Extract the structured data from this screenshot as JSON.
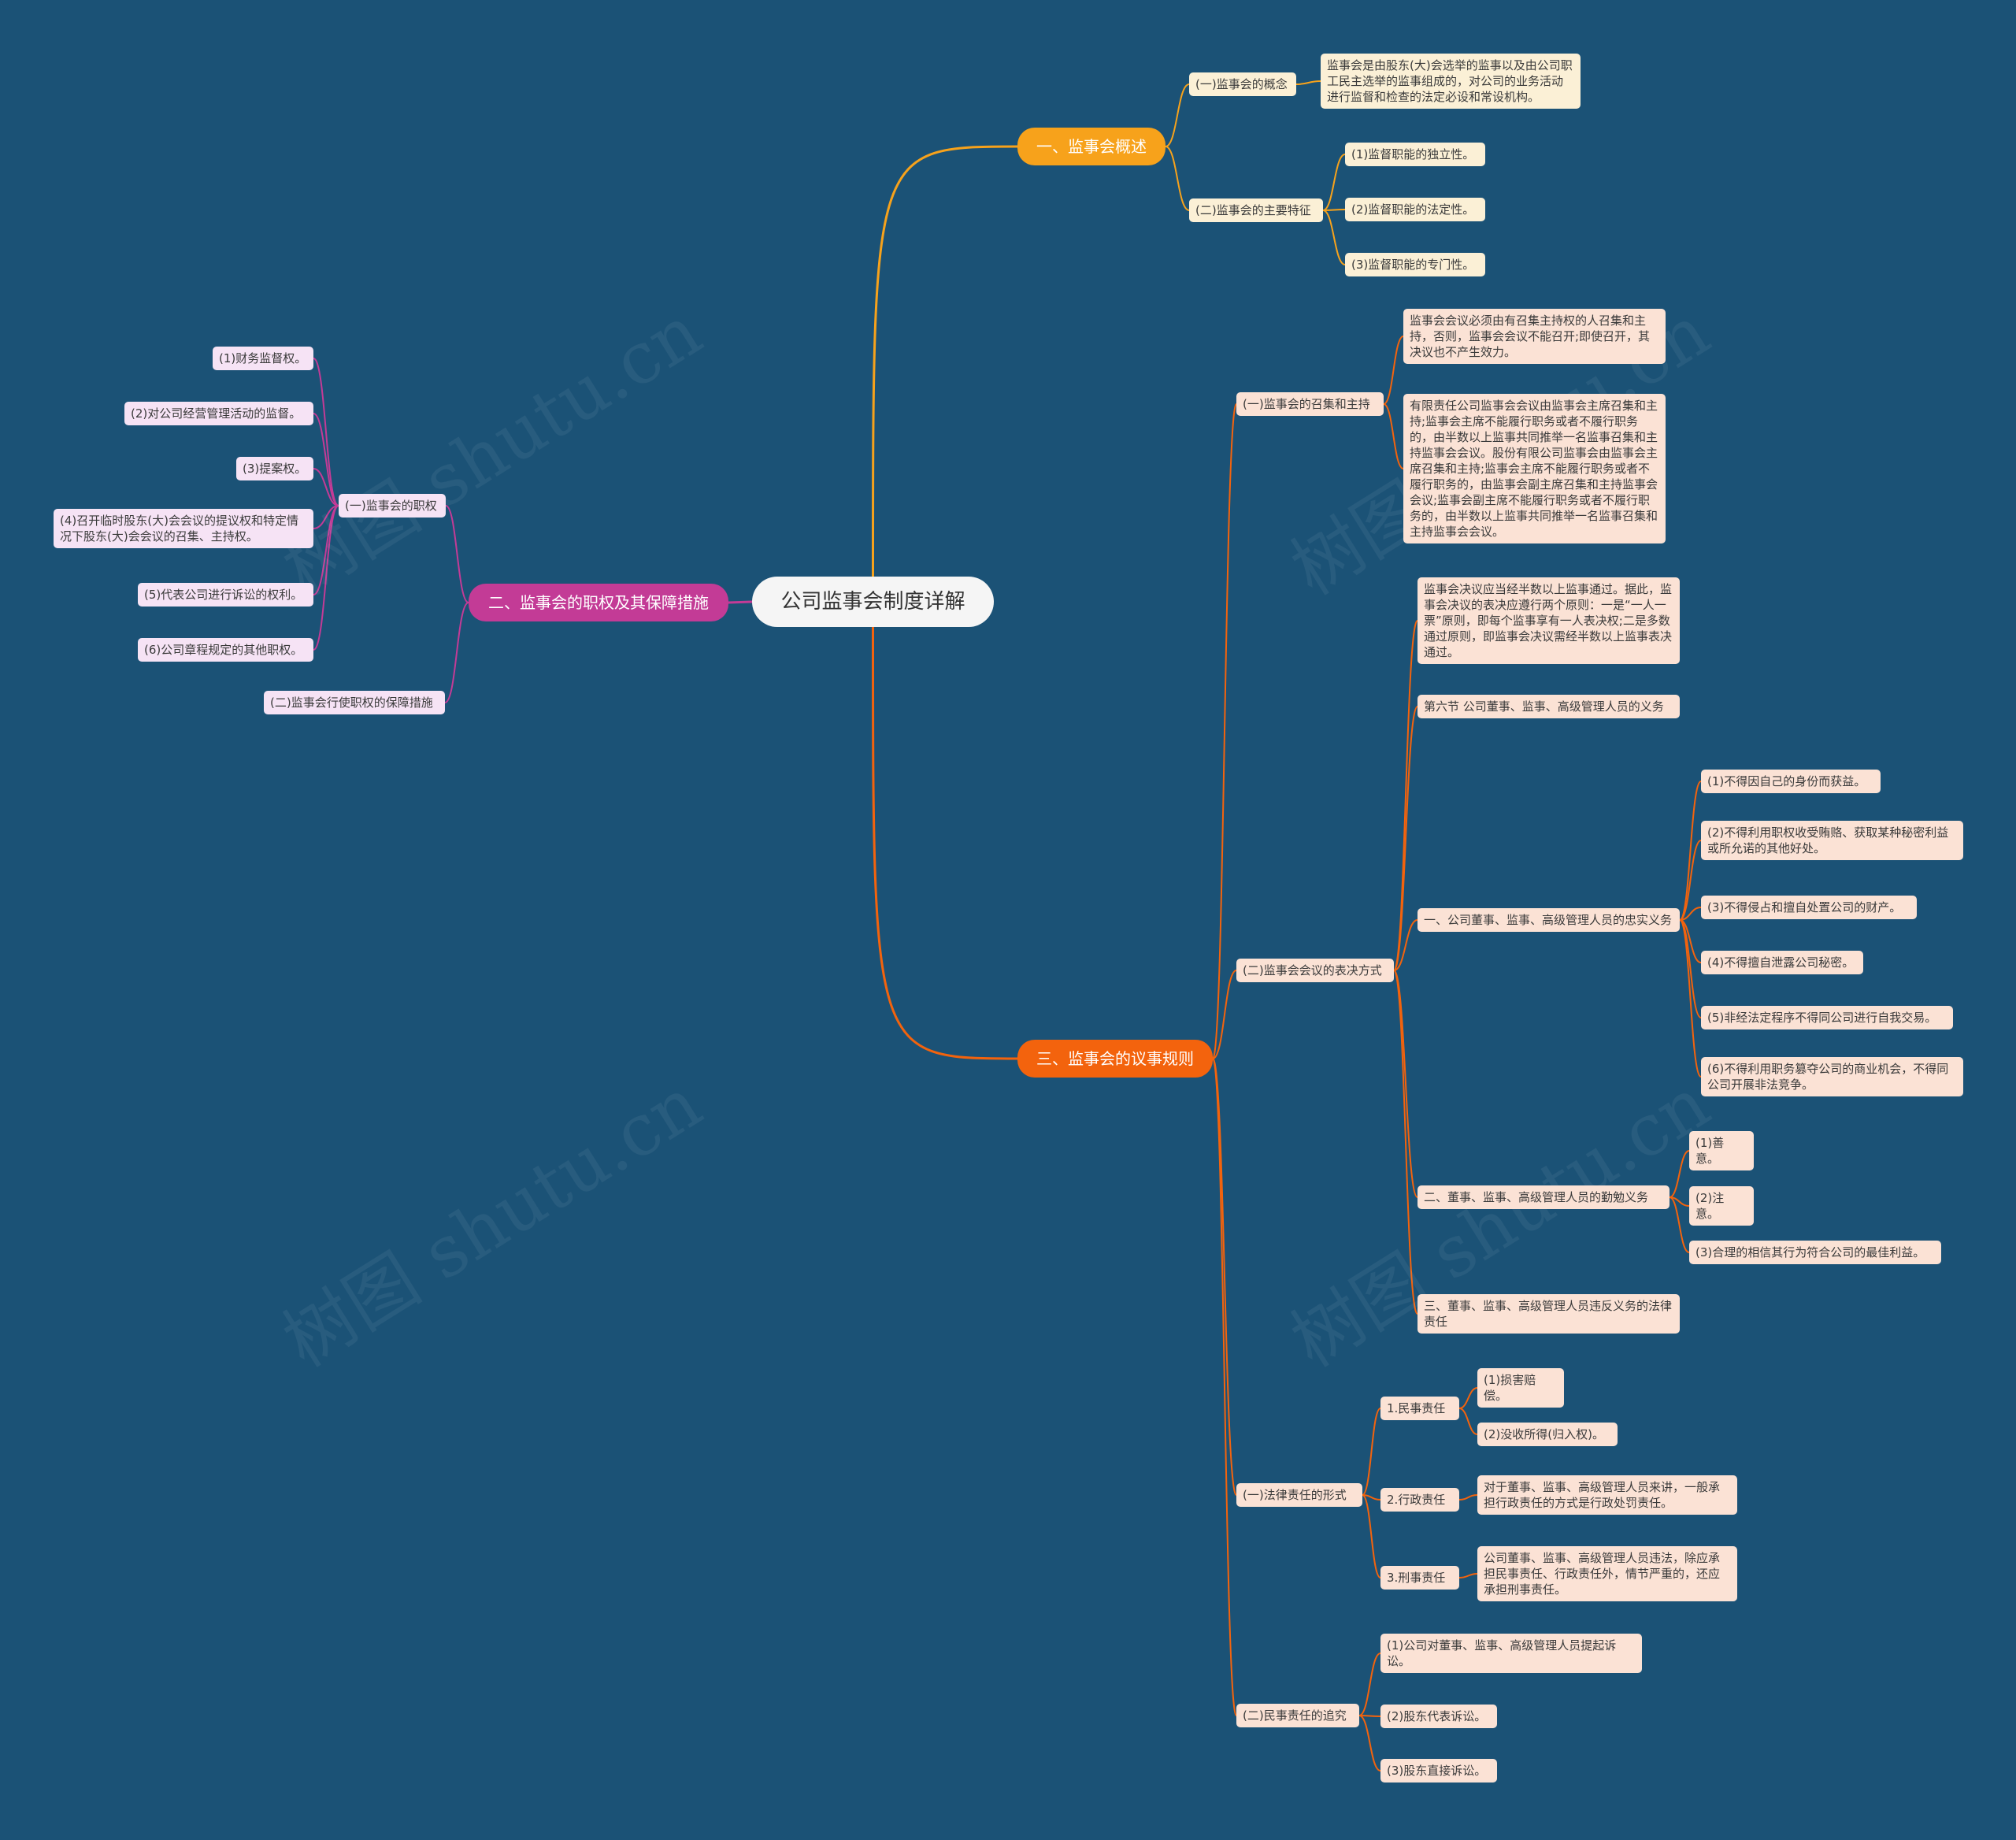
{
  "root": {
    "label": "公司监事会制度详解"
  },
  "colors": {
    "background": "#1b5276",
    "branch1": "#f7a21b",
    "branch2": "#c33b96",
    "branch3": "#f3630d"
  },
  "watermark": "树图 shutu.cn",
  "branch1": {
    "label": "一、监事会概述",
    "concept": {
      "label": "(一)监事会的概念",
      "text": "监事会是由股东(大)会选举的监事以及由公司职工民主选举的监事组成的，对公司的业务活动进行监督和检查的法定必设和常设机构。"
    },
    "features": {
      "label": "(二)监事会的主要特征",
      "items": [
        "(1)监督职能的独立性。",
        "(2)监督职能的法定性。",
        "(3)监督职能的专门性。"
      ]
    }
  },
  "branch2": {
    "label": "二、监事会的职权及其保障措施",
    "powers": {
      "label": "(一)监事会的职权",
      "items": [
        "(1)财务监督权。",
        "(2)对公司经营管理活动的监督。",
        "(3)提案权。",
        "(4)召开临时股东(大)会会议的提议权和特定情况下股东(大)会会议的召集、主持权。",
        "(5)代表公司进行诉讼的权利。",
        "(6)公司章程规定的其他职权。"
      ]
    },
    "guarantee": {
      "label": "(二)监事会行使职权的保障措施"
    }
  },
  "branch3": {
    "label": "三、监事会的议事规则",
    "convene": {
      "label": "(一)监事会的召集和主持",
      "items": [
        "监事会会议必须由有召集主持权的人召集和主持，否则，监事会会议不能召开;即使召开，其决议也不产生效力。",
        "有限责任公司监事会会议由监事会主席召集和主持;监事会主席不能履行职务或者不履行职务的，由半数以上监事共同推举一名监事召集和主持监事会会议。股份有限公司监事会由监事会主席召集和主持;监事会主席不能履行职务或者不履行职务的，由监事会副主席召集和主持监事会会议;监事会副主席不能履行职务或者不履行职务的，由半数以上监事共同推举一名监事召集和主持监事会会议。"
      ]
    },
    "resolution": {
      "label": "(二)监事会会议的表决方式",
      "rule": "监事会决议应当经半数以上监事通过。据此，监事会决议的表决应遵行两个原则：一是“一人一票”原则，即每个监事享有一人表决权;二是多数通过原则，即监事会决议需经半数以上监事表决通过。",
      "section": "第六节 公司董事、监事、高级管理人员的义务",
      "loyalty": {
        "label": "一、公司董事、监事、高级管理人员的忠实义务",
        "items": [
          "(1)不得因自己的身份而获益。",
          "(2)不得利用职权收受贿赂、获取某种秘密利益或所允诺的其他好处。",
          "(3)不得侵占和擅自处置公司的财产。",
          "(4)不得擅自泄露公司秘密。",
          "(5)非经法定程序不得同公司进行自我交易。",
          "(6)不得利用职务篡夺公司的商业机会，不得同公司开展非法竞争。"
        ]
      },
      "diligence": {
        "label": "二、董事、监事、高级管理人员的勤勉义务",
        "items": [
          "(1)善意。",
          "(2)注意。",
          "(3)合理的相信其行为符合公司的最佳利益。"
        ]
      },
      "liability": "三、董事、监事、高级管理人员违反义务的法律责任"
    },
    "forms": {
      "label": "(一)法律责任的形式",
      "civil": {
        "label": "1.民事责任",
        "items": [
          "(1)损害赔偿。",
          "(2)没收所得(归入权)。"
        ]
      },
      "admin": {
        "label": "2.行政责任",
        "text": "对于董事、监事、高级管理人员来讲，一般承担行政责任的方式是行政处罚责任。"
      },
      "criminal": {
        "label": "3.刑事责任",
        "text": "公司董事、监事、高级管理人员违法，除应承担民事责任、行政责任外，情节严重的，还应承担刑事责任。"
      }
    },
    "pursuit": {
      "label": "(二)民事责任的追究",
      "items": [
        "(1)公司对董事、监事、高级管理人员提起诉讼。",
        "(2)股东代表诉讼。",
        "(3)股东直接诉讼。"
      ]
    }
  }
}
